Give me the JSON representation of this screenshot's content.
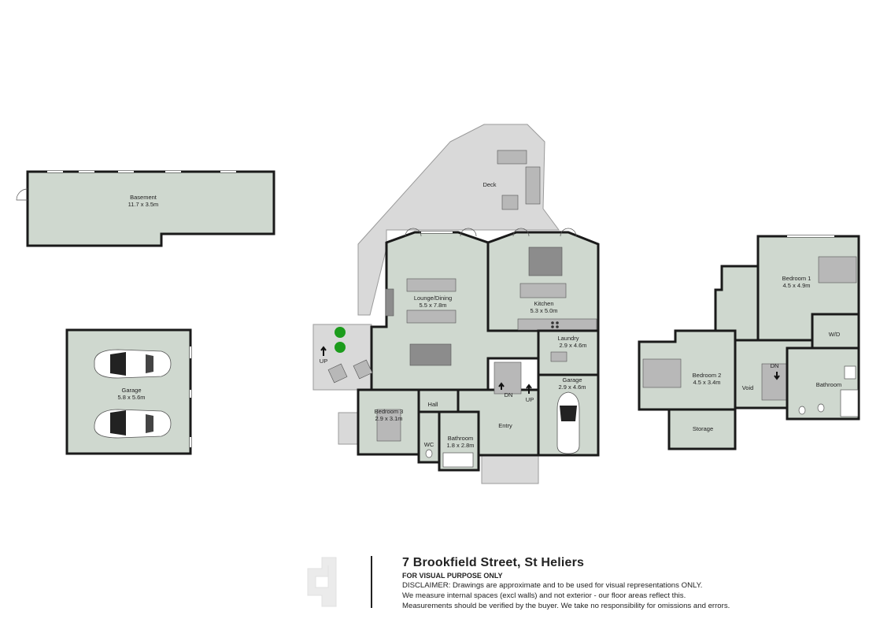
{
  "rooms": {
    "basement": {
      "name": "Basement",
      "dims": "11.7 x 3.5m"
    },
    "garage_detached": {
      "name": "Garage",
      "dims": "5.8 x 5.6m"
    },
    "deck": {
      "name": "Deck"
    },
    "lounge_dining": {
      "name": "Lounge/Dining",
      "dims": "5.5 x 7.8m"
    },
    "kitchen": {
      "name": "Kitchen",
      "dims": "5.3 x 5.0m"
    },
    "laundry": {
      "name": "Laundry",
      "dims": "2.9 x 4.6m"
    },
    "garage_main": {
      "name": "Garage",
      "dims": "2.9 x 4.6m"
    },
    "bedroom3": {
      "name": "Bedroom 3",
      "dims": "2.9 x 3.1m"
    },
    "hall": {
      "name": "Hall"
    },
    "wc": {
      "name": "WC"
    },
    "bathroom_ground": {
      "name": "Bathroom",
      "dims": "1.8 x 2.8m"
    },
    "entry": {
      "name": "Entry"
    },
    "bedroom1": {
      "name": "Bedroom 1",
      "dims": "4.5 x 4.9m"
    },
    "bedroom2": {
      "name": "Bedroom 2",
      "dims": "4.5 x 3.4m"
    },
    "wd": {
      "name": "W/D"
    },
    "void": {
      "name": "Void"
    },
    "bathroom_upper": {
      "name": "Bathroom"
    },
    "storage": {
      "name": "Storage"
    }
  },
  "stairs": {
    "up_left": "UP",
    "dn_ground": "DN",
    "up_ground": "UP",
    "dn_upper": "DN"
  },
  "footer": {
    "address": "7 Brookfield Street, St Heliers",
    "subtitle": "FOR VISUAL PURPOSE ONLY",
    "disclaimer_1": "DISCLAIMER:  Drawings are approximate and to be used for visual representations ONLY.",
    "disclaimer_2": "We measure internal spaces (excl walls) and not exterior - our floor areas reflect this.",
    "disclaimer_3": "Measurements should be verified by the buyer. We take no responsibility for omissions and errors."
  },
  "colors": {
    "room_fill": "#cfd8cf",
    "outdoor_fill": "#d9d9d9",
    "wall": "#1a1a1a"
  }
}
